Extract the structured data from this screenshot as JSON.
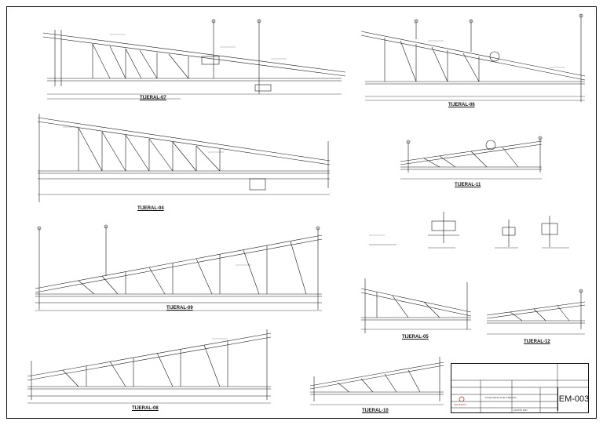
{
  "sheet": {
    "code": "EM-003"
  },
  "trusses": [
    {
      "id": "t07",
      "title": "TIJERAL-07"
    },
    {
      "id": "t06",
      "title": "TIJERAL-06"
    },
    {
      "id": "t04",
      "title": "TIJERAL-04"
    },
    {
      "id": "t11",
      "title": "TIJERAL-11"
    },
    {
      "id": "t09",
      "title": "TIJERAL-09"
    },
    {
      "id": "t05",
      "title": "TIJERAL-05"
    },
    {
      "id": "t12",
      "title": "TIJERAL-12"
    },
    {
      "id": "t08",
      "title": "TIJERAL-08"
    },
    {
      "id": "t10",
      "title": "TIJERAL-10"
    }
  ],
  "title_block": {
    "sheet_name": "PLANO DETALLE DE TIJERALES",
    "date": "AGOSTO 2022",
    "org": "SAN MARTIN"
  },
  "colors": {
    "line": "#1a1a1a",
    "accent": "#b23a2a"
  }
}
